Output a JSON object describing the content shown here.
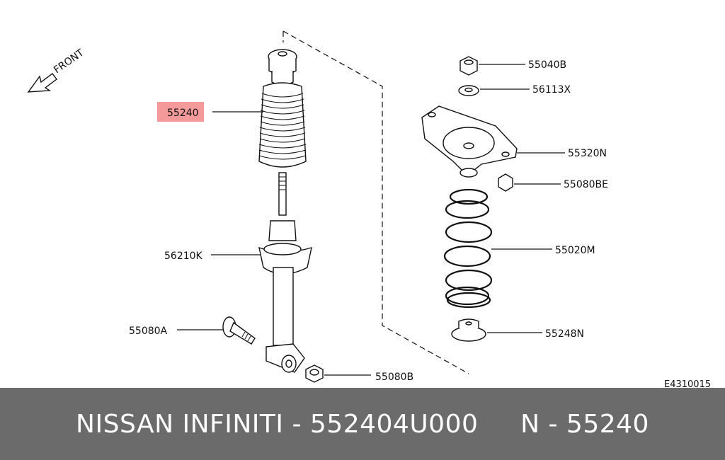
{
  "front_label": "FRONT",
  "diagram_code": "E4310015",
  "parts": {
    "bump_stop_boot": "55240",
    "upper_nut": "55040B",
    "washer": "56113X",
    "upper_mount": "55320N",
    "mount_nut": "55080BE",
    "coil_spring": "55020M",
    "shock_absorber": "56210K",
    "lower_bolt": "55080A",
    "lower_nut": "55080B",
    "spring_seat": "55248N"
  },
  "colors": {
    "highlight": "#f59a9a",
    "footer_bg": "#6b6b6b",
    "footer_text": "#ffffff"
  },
  "footer": {
    "brand": "NISSAN INFINITI",
    "part_number": "552404U000",
    "short_code": "N - 55240",
    "separator": " - ",
    "gap": "     "
  }
}
